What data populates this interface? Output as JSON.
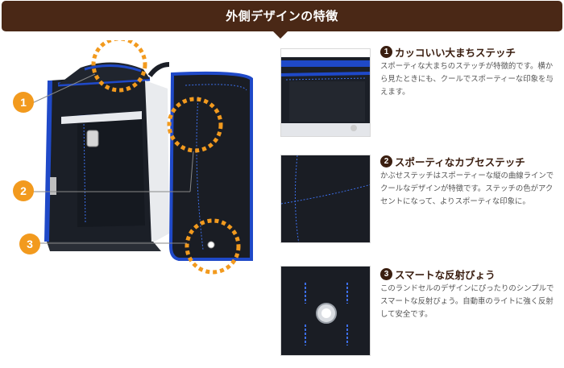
{
  "header": {
    "title": "外側デザインの特徴"
  },
  "callouts": [
    "1",
    "2",
    "3"
  ],
  "features": [
    {
      "number": "1",
      "title": "カッコいい大まちステッチ",
      "description": "スポーティな大まちのステッチが特徴的です。横から見たときにも、クールでスポーティーな印象を与えます。"
    },
    {
      "number": "2",
      "title": "スポーティなカブセステッチ",
      "description": "かぶせステッチはスポーティーな縦の曲線ラインでクールなデザインが特徴です。ステッチの色がアクセントになって、よりスポーティな印象に。"
    },
    {
      "number": "3",
      "title": "スマートな反射びょう",
      "description": "このランドセルのデザインにぴったりのシンプルでスマートな反射びょう。自動車のライトに強く反射して安全です。"
    }
  ],
  "colors": {
    "header_bg": "#4a2816",
    "accent_orange": "#f29a1e",
    "leather_black": "#1a1d24",
    "trim_blue": "#1f49c8"
  }
}
